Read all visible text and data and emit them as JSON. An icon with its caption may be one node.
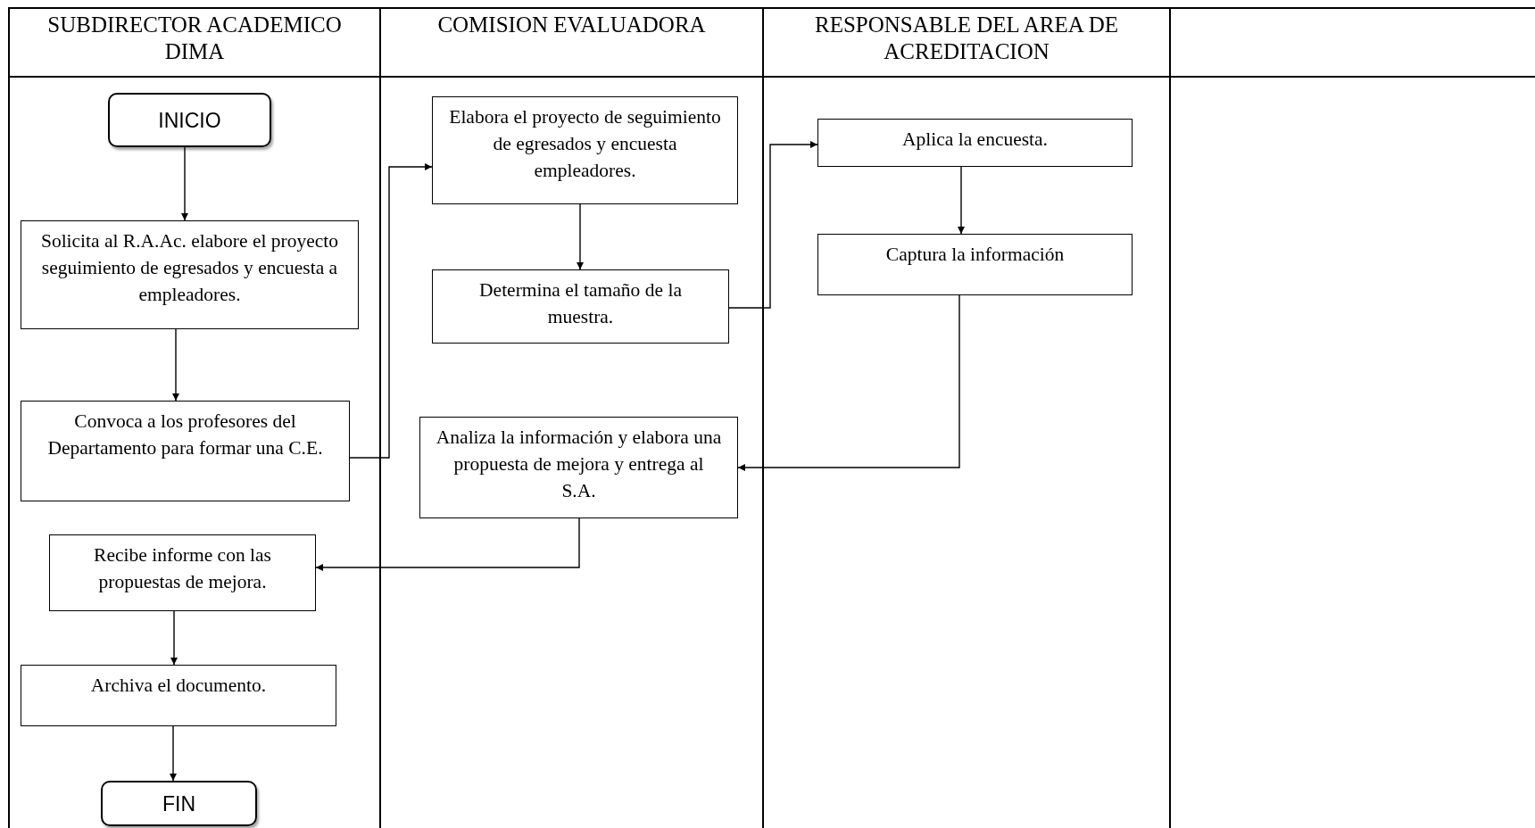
{
  "diagram": {
    "nodes": [
      {
        "text": [
          "SUBDIRECTOR ACADEMICO DIMA"
        ]
      },
      {
        "text": [
          "COMISION EVALUADORA"
        ]
      },
      {
        "text": [
          "RESPONSABLE DEL AREA DE ACREDITACION"
        ]
      },
      {
        "text": [],
        "shape": "band"
      },
      {
        "text": [
          "INICIO"
        ],
        "in": 0
      },
      {
        "text": [
          "Solicita al R.A.Ac. elabore el proyecto seguimiento de egresados y encuesta a empleadores."
        ],
        "in": 0
      },
      {
        "text": [
          "Convoca a los profesores del Departamento para formar una C.E."
        ],
        "in": 0
      },
      {
        "text": [
          "Recibe informe con las propuestas de mejora."
        ],
        "in": 0
      },
      {
        "text": [
          "Archiva el documento."
        ],
        "in": 0
      },
      {
        "text": [
          "FIN"
        ],
        "in": 0
      },
      {
        "text": [
          "Elabora el proyecto de seguimiento de egresados y encuesta empleadores."
        ],
        "in": 1
      },
      {
        "text": [
          "Determina el tamaño de la muestra."
        ],
        "in": 1
      },
      {
        "text": [
          "Analiza la información y elabora una propuesta de mejora y entrega al S.A."
        ],
        "in": 1
      },
      {
        "text": [
          "Aplica la encuesta."
        ],
        "in": 2
      },
      {
        "text": [
          "Captura la información"
        ],
        "in": 2
      }
    ],
    "edges": [
      {
        "from": 4,
        "to": 5,
        "arrow": "to"
      },
      {
        "from": 5,
        "to": 6,
        "arrow": "to"
      },
      {
        "from": 6,
        "to": 10,
        "arrow": "to"
      },
      {
        "from": 10,
        "to": 11,
        "arrow": "to"
      },
      {
        "from": 11,
        "to": 13,
        "arrow": "to"
      },
      {
        "from": 13,
        "to": 14,
        "arrow": "to"
      },
      {
        "from": 14,
        "to": 12,
        "arrow": "to"
      },
      {
        "from": 12,
        "to": 7,
        "arrow": "to"
      },
      {
        "from": 7,
        "to": 8,
        "arrow": "to"
      },
      {
        "from": 8,
        "to": 9,
        "arrow": "to"
      }
    ]
  }
}
